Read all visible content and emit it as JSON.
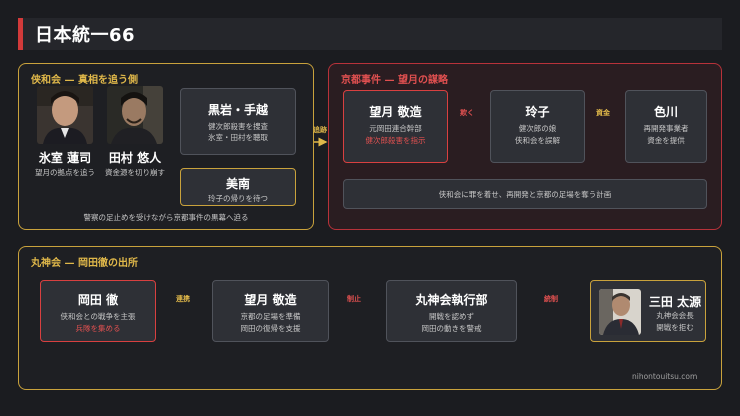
{
  "title": "日本統一66",
  "colors": {
    "accent_red": "#d23a3a",
    "gold": "#c9a23c"
  },
  "panel_kyowa": {
    "title": "侠和会 — 真相を追う側",
    "people": [
      {
        "name": "氷室 蓮司",
        "desc": "望月の拠点を追う"
      },
      {
        "name": "田村 悠人",
        "desc": "資金源を切り崩す"
      }
    ],
    "kuroiwa": {
      "name": "黒岩・手越",
      "lines": [
        "健次郎殺害を捜査",
        "氷室・田村を聴取"
      ]
    },
    "minami": {
      "name": "美南",
      "lines": [
        "玲子の帰りを待つ"
      ]
    },
    "note": "警察の足止めを受けながら京都事件の黒幕へ迫る"
  },
  "edge_tsuiseki": "追跡",
  "panel_kyoto": {
    "title": "京都事件 — 望月の謀略",
    "mochizuki": {
      "name": "望月 敬造",
      "lines": [
        "元岡田連合幹部"
      ],
      "red_line": "健次郎殺害を指示"
    },
    "edge_damasu": "欺く",
    "reiko": {
      "name": "玲子",
      "lines": [
        "健次郎の娘",
        "侠和会を誤解"
      ]
    },
    "edge_shikin": "資金",
    "irokawa": {
      "name": "色川",
      "lines": [
        "再開発事業者",
        "資金を提供"
      ]
    },
    "plan": "侠和会に罪を着せ、再開発と京都の足場を奪う計画"
  },
  "panel_marujin": {
    "title": "丸神会 — 岡田徹の出所",
    "okada": {
      "name": "岡田 徹",
      "lines": [
        "侠和会との戦争を主張"
      ],
      "red_line": "兵隊を集める"
    },
    "edge_renkei": "連携",
    "mochizuki2": {
      "name": "望月 敬造",
      "lines": [
        "京都の足場を準備",
        "岡田の復帰を支援"
      ]
    },
    "edge_seishi": "制止",
    "executive": {
      "name": "丸神会執行部",
      "lines": [
        "開戦を認めず",
        "岡田の動きを警戒"
      ]
    },
    "edge_tosei": "統制",
    "mita": {
      "name": "三田 太源",
      "lines": [
        "丸神会会長",
        "開戦を拒む"
      ]
    }
  },
  "credit": "nihontouitsu.com"
}
